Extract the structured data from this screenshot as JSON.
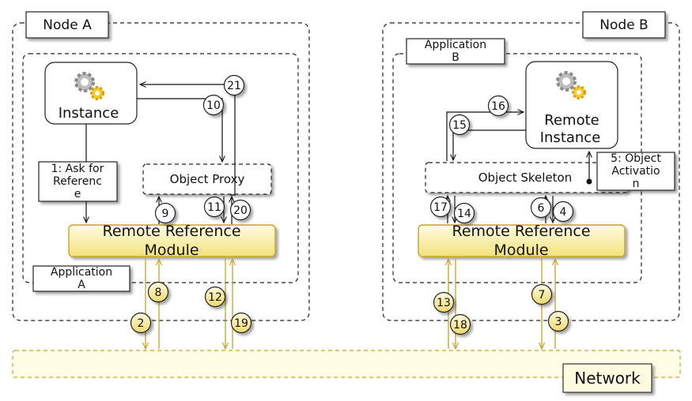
{
  "nodes": {
    "a": {
      "title": "Node A",
      "app_label": [
        "Application",
        "A"
      ]
    },
    "b": {
      "title": "Node B",
      "app_label": [
        "Application",
        "B"
      ]
    }
  },
  "instance_a": {
    "label": "Instance"
  },
  "remote_instance_b": {
    "label": [
      "Remote",
      "Instance"
    ]
  },
  "object_proxy": {
    "label": "Object Proxy"
  },
  "object_skeleton": {
    "label": "Object Skeleton"
  },
  "rrm_a": {
    "label": [
      "Remote Reference",
      "Module"
    ]
  },
  "rrm_b": {
    "label": [
      "Remote Reference",
      "Module"
    ]
  },
  "network": {
    "label": "Network"
  },
  "notes": {
    "ask_for_reference": [
      "1: Ask for",
      "Referenc",
      "e"
    ],
    "object_activation": [
      "5: Object",
      "Activatio",
      "n"
    ]
  },
  "steps": [
    "2",
    "3",
    "4",
    "6",
    "7",
    "8",
    "9",
    "10",
    "11",
    "12",
    "13",
    "14",
    "15",
    "16",
    "17",
    "18",
    "19",
    "20",
    "21"
  ],
  "colors": {
    "gold_line": "#c9a227",
    "gold_fill_top": "#fffbe0",
    "gold_fill_bottom": "#f0df70",
    "network_fill": "#fffde6",
    "dash_border": "#222222"
  }
}
